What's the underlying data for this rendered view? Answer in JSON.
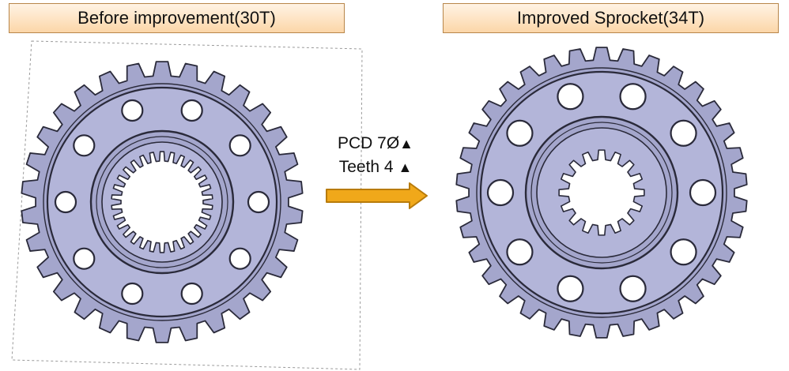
{
  "labels": {
    "before": "Before improvement(30T)",
    "after": "Improved Sprocket(34T)"
  },
  "changes": {
    "pcd_text": "PCD 7Ø",
    "teeth_text": "Teeth 4",
    "increase_symbol": "▲"
  },
  "gears": {
    "before": {
      "teeth": 30,
      "bolt_holes": 10,
      "spline_teeth": 30
    },
    "after": {
      "teeth": 34,
      "bolt_holes": 10,
      "spline_teeth": 16
    }
  },
  "colors": {
    "label_fill_top": "#fff3e4",
    "label_fill_bottom": "#fcd6a8",
    "gear_body": "#a4a6cc",
    "gear_face": "#b3b5d9",
    "gear_edge": "#2a2a3a",
    "arrow_fill": "#f0a81a",
    "arrow_stroke": "#b87b0a"
  },
  "icons": {
    "arrow": "right-arrow-icon"
  }
}
